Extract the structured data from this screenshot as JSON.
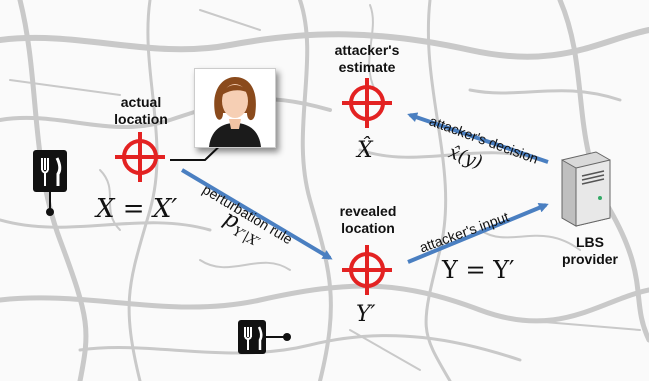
{
  "labels": {
    "actual_location": [
      "actual",
      "location"
    ],
    "attackers_estimate": [
      "attacker's",
      "estimate"
    ],
    "revealed_location": [
      "revealed",
      "location"
    ],
    "lbs_provider": [
      "LBS",
      "provider"
    ]
  },
  "math": {
    "x_eq_xp": "X = X′",
    "x_hat": "X̂",
    "y_prime": "Y′",
    "y_eq_yp": "Y = Y′",
    "x_hat_y": "x̂(y)",
    "p_rule": "p",
    "p_rule_sub": "Y′|X′"
  },
  "arrows": {
    "perturbation_rule": "perturbation rule",
    "attackers_input": "attacker's input",
    "attackers_decision": "attacker's decision"
  },
  "colors": {
    "target": "#e32222",
    "arrow": "#4a7fc1",
    "map_road": "#c9c9c9"
  },
  "icons": [
    "restaurant-icon",
    "person-icon",
    "server-icon",
    "target-icon"
  ]
}
